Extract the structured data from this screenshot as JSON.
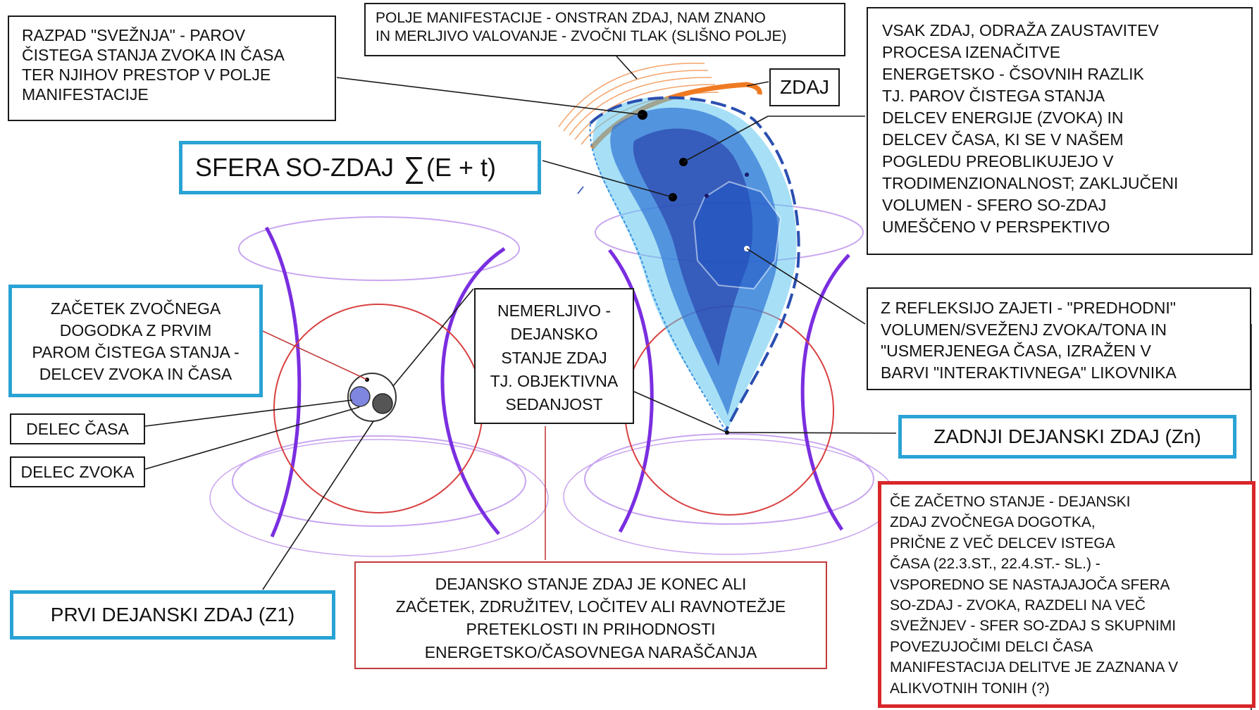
{
  "labels": {
    "razpad": [
      "RAZPAD \"SVEŽNJA\" - PAROV",
      "ČISTEGA STANJA ZVOKA IN ČASA",
      "TER NJIHOV PRESTOP V POLJE",
      "MANIFESTACIJE"
    ],
    "polje": [
      "POLJE MANIFESTACIJE - ONSTRAN ZDAJ, NAM ZNANO",
      "IN MERLJIVO VALOVANJE - ZVOČNI TLAK (SLIŠNO POLJE)"
    ],
    "zdaj": "ZDAJ",
    "vsak": [
      "VSAK ZDAJ, ODRAŽA ZAUSTAVITEV",
      "PROCESA IZENAČITVE",
      "ENERGETSKO - ČSOVNIH RAZLIK",
      "TJ. PAROV ČISTEGA STANJA",
      "DELCEV ENERGIJE (ZVOKA) IN",
      "DELCEV ČASA, KI SE V NAŠEM",
      "POGLEDU PREOBLIKUJEJO V",
      "TRODIMENZIONALNOST; ZAKLJUČENI",
      "VOLUMEN - SFERO SO-ZDAJ",
      "UMEŠČENO V PERSPEKTIVO"
    ],
    "sfera": "SFERA SO-ZDAJ",
    "sfera_formula": "(E + t)",
    "sfera_symbol": "∑",
    "zacetek": [
      "ZAČETEK ZVOČNEGA",
      "DOGODKA Z PRVIM",
      "PAROM ČISTEGA STANJA -",
      "DELCEV ZVOKA IN ČASA"
    ],
    "nemerljivo": [
      "NEMERLJIVO -",
      "DEJANSKO",
      "STANJE ZDAJ",
      "TJ. OBJEKTIVNA",
      "SEDANJOST"
    ],
    "refleksija": [
      "Z REFLEKSIJO ZAJETI - \"PREDHODNI\"",
      "VOLUMEN/SVEŽENJ ZVOKA/TONA IN",
      "\"USMERJENEGA ČASA, IZRAŽEN V",
      "BARVI \"INTERAKTIVNEGA\" LIKOVNIKA"
    ],
    "delec_casa": "DELEC ČASA",
    "delec_zvoka": "DELEC ZVOKA",
    "zadnji": "ZADNJI DEJANSKI ZDAJ (Zn)",
    "ce": [
      "ČE ZAČETNO STANJE - DEJANSKI",
      "ZDAJ ZVOČNEGA DOGOTKA,",
      "PRIČNE Z VEČ DELCEV ISTEGA",
      "ČASA (22.3.ST., 22.4.ST.- SL.) -",
      "VSPOREDNO SE NASTAJAJOČA SFERA",
      "SO-ZDAJ - ZVOKA, RAZDELI NA VEČ",
      "SVEŽNJEV - SFER SO-ZDAJ S SKUPNIMI",
      "POVEZUJOČIMI DELCI ČASA",
      "MANIFESTACIJA DELITVE JE ZAZNANA V",
      "ALIKVOTNIH TONIH (?)"
    ],
    "dejansko": [
      "DEJANSKO STANJE ZDAJ JE KONEC ALI",
      "ZAČETEK, ZDRUŽITEV, LOČITEV ALI RAVNOTEŽJE",
      "PRETEKLOSTI IN PRIHODNOSTI",
      "ENERGETSKO/ČASOVNEGA NARAŠČANJA"
    ],
    "prvi": "PRVI DEJANSKI ZDAJ (Z1)"
  },
  "colors": {
    "blue_frame": "#29a3d4",
    "red_frame": "#d9262a",
    "purple_curve": "#7a2ee0",
    "light_purple": "#c9a6f0",
    "red_circle": "#d94040",
    "orange_wave": "#f07a22",
    "cloud_dark": "#1f2f9e",
    "cloud_mid": "#2f74d6",
    "cloud_light": "#5fc7ee"
  }
}
